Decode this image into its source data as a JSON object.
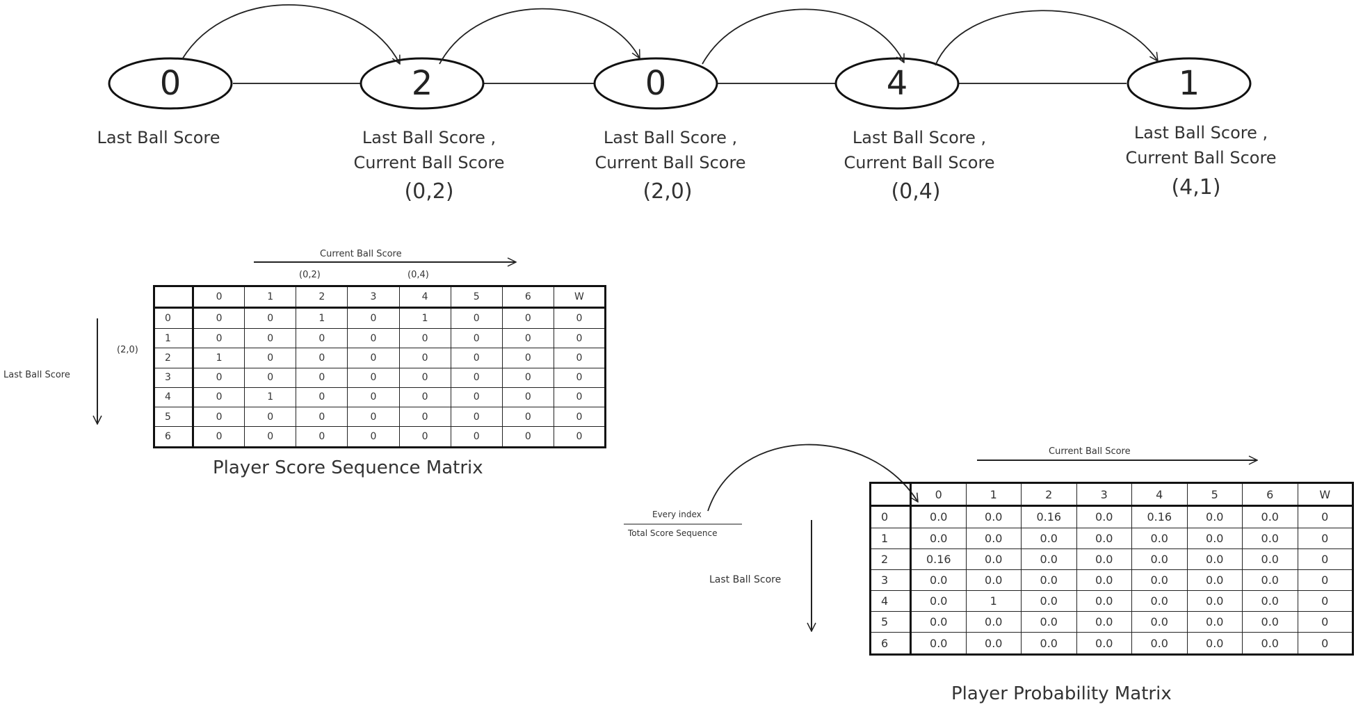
{
  "sequence": {
    "balls": [
      "0",
      "2",
      "0",
      "4",
      "1"
    ],
    "labels": [
      {
        "line1": "Last Ball Score",
        "line2": "",
        "pair": ""
      },
      {
        "line1": "Last  Ball Score ,",
        "line2": "Current Ball Score",
        "pair": "(0,2)"
      },
      {
        "line1": "Last  Ball Score ,",
        "line2": "Current Ball Score",
        "pair": "(2,0)"
      },
      {
        "line1": "Last  Ball Score ,",
        "line2": "Current Ball Score",
        "pair": "(0,4)"
      },
      {
        "line1": "Last  Ball Score ,",
        "line2": "Current Ball Score",
        "pair": "(4,1)"
      }
    ]
  },
  "sequence_matrix": {
    "title": "Player Score Sequence Matrix",
    "col_axis_label": "Current Ball Score",
    "row_axis_label": "Last Ball Score",
    "col_annotations": [
      "(0,2)",
      "(0,4)"
    ],
    "row_annotation": "(2,0)",
    "columns": [
      "0",
      "1",
      "2",
      "3",
      "4",
      "5",
      "6",
      "W"
    ],
    "rows": [
      {
        "label": "0",
        "cells": [
          "0",
          "0",
          "1",
          "0",
          "1",
          "0",
          "0",
          "0"
        ]
      },
      {
        "label": "1",
        "cells": [
          "0",
          "0",
          "0",
          "0",
          "0",
          "0",
          "0",
          "0"
        ]
      },
      {
        "label": "2",
        "cells": [
          "1",
          "0",
          "0",
          "0",
          "0",
          "0",
          "0",
          "0"
        ]
      },
      {
        "label": "3",
        "cells": [
          "0",
          "0",
          "0",
          "0",
          "0",
          "0",
          "0",
          "0"
        ]
      },
      {
        "label": "4",
        "cells": [
          "0",
          "1",
          "0",
          "0",
          "0",
          "0",
          "0",
          "0"
        ]
      },
      {
        "label": "5",
        "cells": [
          "0",
          "0",
          "0",
          "0",
          "0",
          "0",
          "0",
          "0"
        ]
      },
      {
        "label": "6",
        "cells": [
          "0",
          "0",
          "0",
          "0",
          "0",
          "0",
          "0",
          "0"
        ]
      }
    ]
  },
  "probability_matrix": {
    "title": "Player Probability Matrix",
    "col_axis_label": "Current Ball Score",
    "row_axis_label": "Last Ball Score",
    "fraction_numerator": "Every index",
    "fraction_denominator": "Total Score Sequence",
    "columns": [
      "0",
      "1",
      "2",
      "3",
      "4",
      "5",
      "6",
      "W"
    ],
    "rows": [
      {
        "label": "0",
        "cells": [
          "0.0",
          "0.0",
          "0.16",
          "0.0",
          "0.16",
          "0.0",
          "0.0",
          "0"
        ]
      },
      {
        "label": "1",
        "cells": [
          "0.0",
          "0.0",
          "0.0",
          "0.0",
          "0.0",
          "0.0",
          "0.0",
          "0"
        ]
      },
      {
        "label": "2",
        "cells": [
          "0.16",
          "0.0",
          "0.0",
          "0.0",
          "0.0",
          "0.0",
          "0.0",
          "0"
        ]
      },
      {
        "label": "3",
        "cells": [
          "0.0",
          "0.0",
          "0.0",
          "0.0",
          "0.0",
          "0.0",
          "0.0",
          "0"
        ]
      },
      {
        "label": "4",
        "cells": [
          "0.0",
          "1",
          "0.0",
          "0.0",
          "0.0",
          "0.0",
          "0.0",
          "0"
        ]
      },
      {
        "label": "5",
        "cells": [
          "0.0",
          "0.0",
          "0.0",
          "0.0",
          "0.0",
          "0.0",
          "0.0",
          "0"
        ]
      },
      {
        "label": "6",
        "cells": [
          "0.0",
          "0.0",
          "0.0",
          "0.0",
          "0.0",
          "0.0",
          "0.0",
          "0"
        ]
      }
    ]
  }
}
